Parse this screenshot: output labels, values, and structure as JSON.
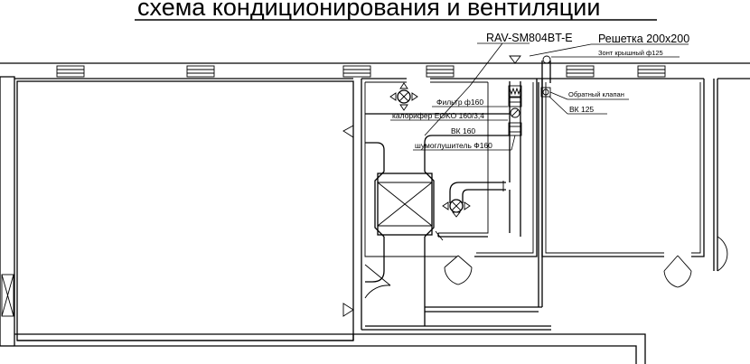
{
  "title": "схема кондиционирования и вентиляции",
  "labels": {
    "unit": "RAV-SM804BT-E",
    "grille": "Решетка 200х200",
    "roof_cap": "Зонт крышный ф125",
    "filter": "Фильтр ф160",
    "heater": "калорифер EOKO 160/3,4",
    "vk160": "ВК 160",
    "silencer": "шумоглушитель Ф160",
    "check_valve": "Обратный клапан",
    "vk125": "ВК 125"
  }
}
